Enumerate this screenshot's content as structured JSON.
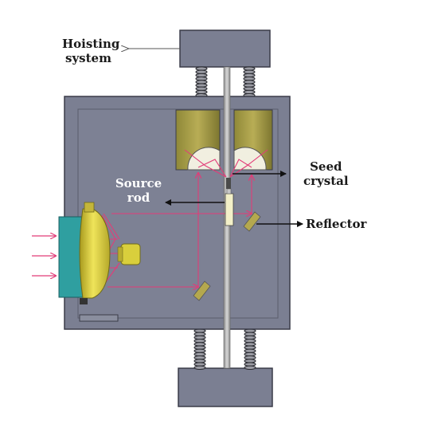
{
  "labels": {
    "hoisting_line1": "Hoisting",
    "hoisting_line2": "system",
    "seed_line1": "Seed",
    "seed_line2": "crystal",
    "source_line1": "Source",
    "source_line2": "rod",
    "reflector": "Reflector"
  },
  "colors": {
    "housing": "#7b7f92",
    "housing_stroke": "#3a3c48",
    "mirror_gold": "#b4a84e",
    "lamp_yellow": "#d9cf3c",
    "window_teal": "#2f9fa0",
    "light_path": "#e23c78",
    "arrow_dark": "#111111"
  }
}
